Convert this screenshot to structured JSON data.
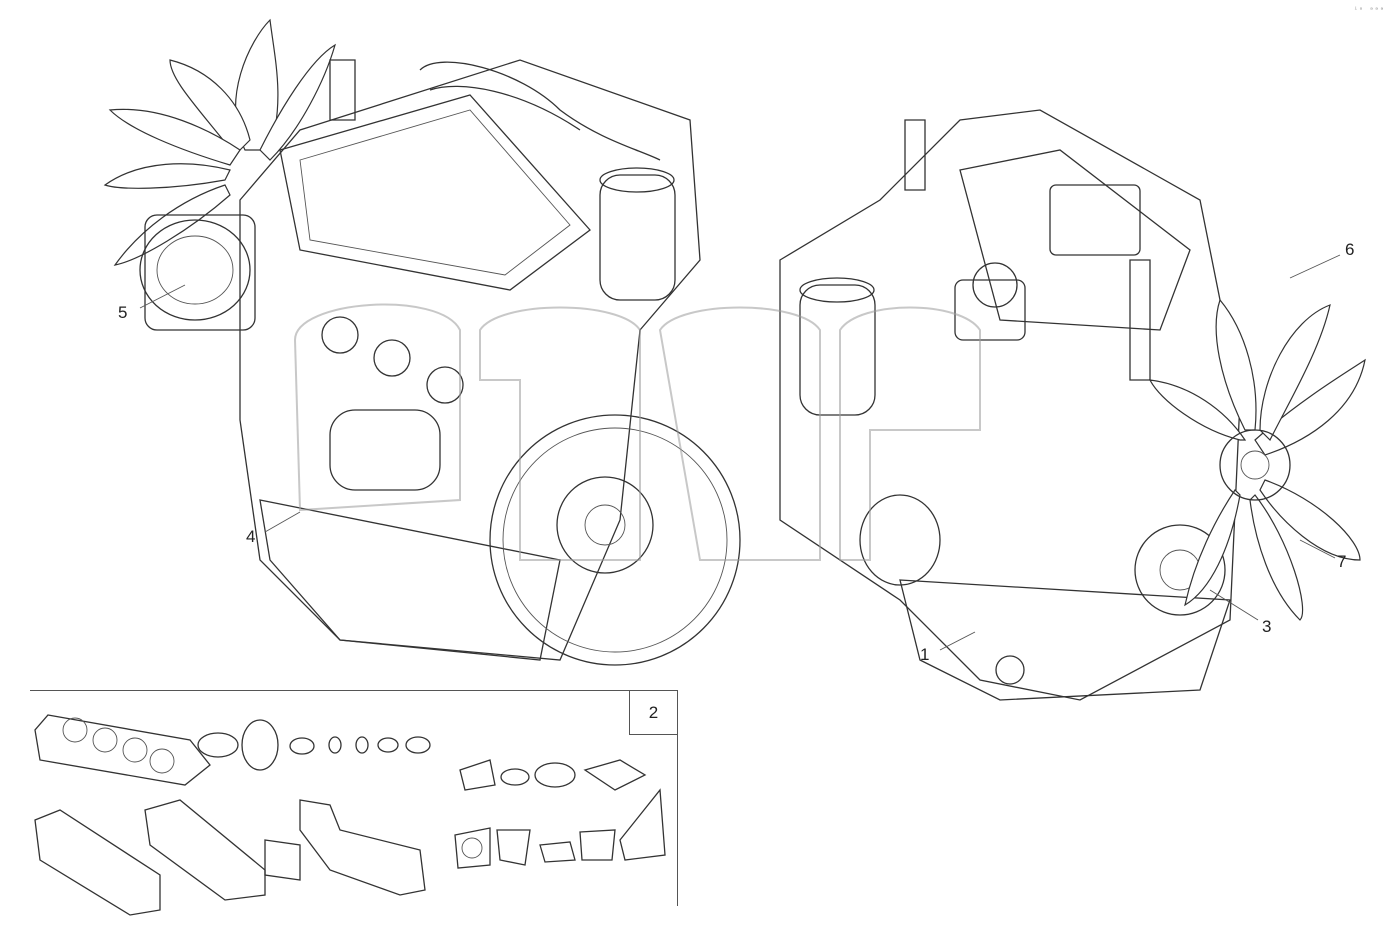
{
  "callouts": {
    "c1": "1",
    "c2": "2",
    "c3": "3",
    "c4": "4",
    "c5": "5",
    "c6": "6",
    "c7": "7"
  },
  "corner_mark": "ⁱᵒ ᵃᵃᵃ",
  "watermark": "gmc",
  "colors": {
    "line": "#333333",
    "background": "#ffffff",
    "watermark": "#9a9a9a"
  }
}
